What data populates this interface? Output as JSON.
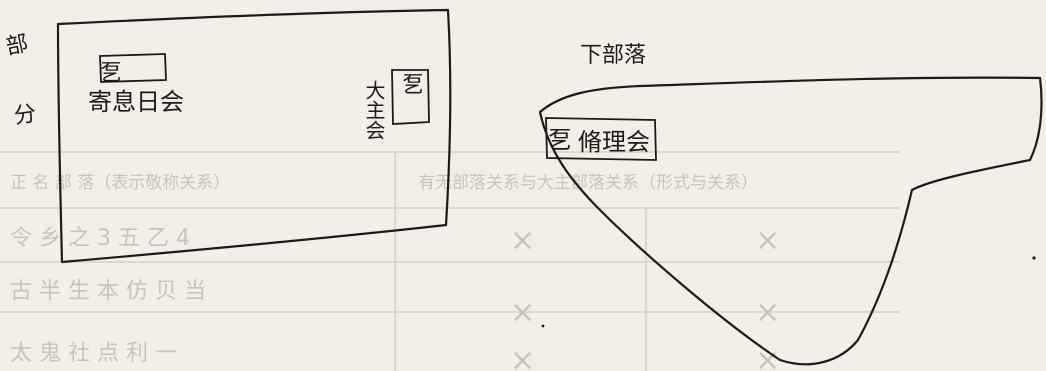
{
  "left_margin_note": {
    "line1": "部",
    "line2": "分"
  },
  "left_sketch": {
    "small_box_mark": "乭",
    "hall_label": "寄息日会",
    "right_box_mark": "乭",
    "right_vertical_label": "大主会"
  },
  "right_sketch": {
    "title": "下部落",
    "box_mark": "乭",
    "box_label": "脩理会"
  },
  "background_table": {
    "header_left": "正 名 部 落（表示敬称关系）",
    "header_right": "有无部落关系与大主部落关系（形式与关系）",
    "rows": [
      {
        "cell": "令 乡 之 3 五 乙 4",
        "mark1": "×",
        "mark2": "×"
      },
      {
        "cell": "古 半 生 本 仿 贝 当",
        "mark1": "×",
        "mark2": "×"
      },
      {
        "cell": "太 鬼 社 点 利 一",
        "mark1": "×",
        "mark2": "×"
      }
    ]
  }
}
